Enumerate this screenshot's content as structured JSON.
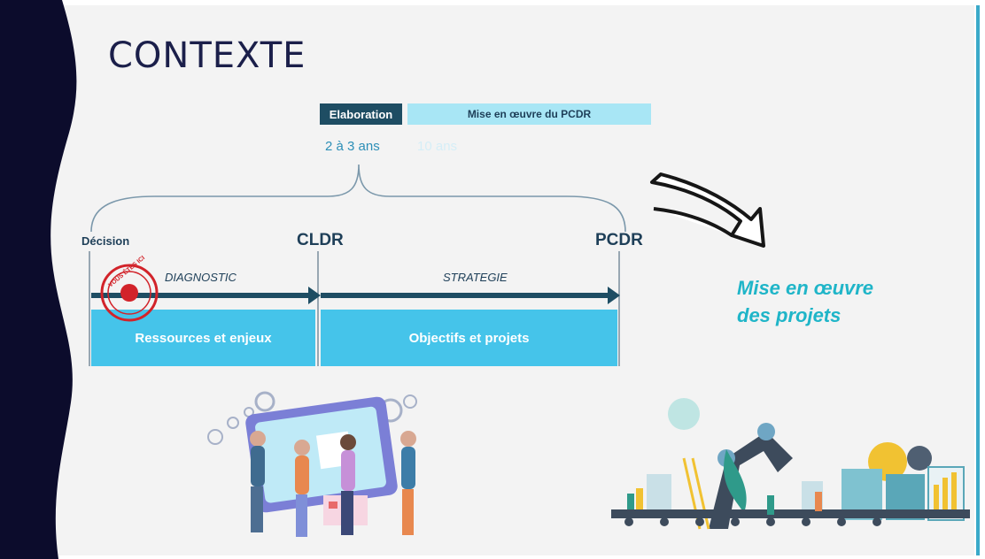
{
  "slide": {
    "title": "CONTEXTE",
    "timeline": {
      "phases_bar": [
        "Elaboration",
        "Mise en œuvre du PCDR"
      ],
      "durations": [
        "2 à 3 ans",
        "10 ans"
      ],
      "milestones": [
        "Décision",
        "CLDR",
        "PCDR"
      ],
      "arrow_labels": [
        "DIAGNOSTIC",
        "STRATEGIE"
      ],
      "blocks": [
        "Ressources et enjeux",
        "Objectifs et projets"
      ],
      "stamp_text": "VOUS ÊTES ICI"
    },
    "call_to_action": {
      "line1": "Mise en œuvre",
      "line2": "des projets"
    }
  },
  "icons": [
    "curved-arrow-icon",
    "location-stamp-icon",
    "team-illustration",
    "factory-illustration"
  ],
  "colors": {
    "title": "#1b1f4a",
    "dark_teal": "#1e4d63",
    "light_cyan": "#a8e6f5",
    "block_blue": "#45c4ea",
    "accent_teal": "#1fb5c8",
    "stamp_red": "#d2232a",
    "left_band": "#0c0c2c"
  }
}
